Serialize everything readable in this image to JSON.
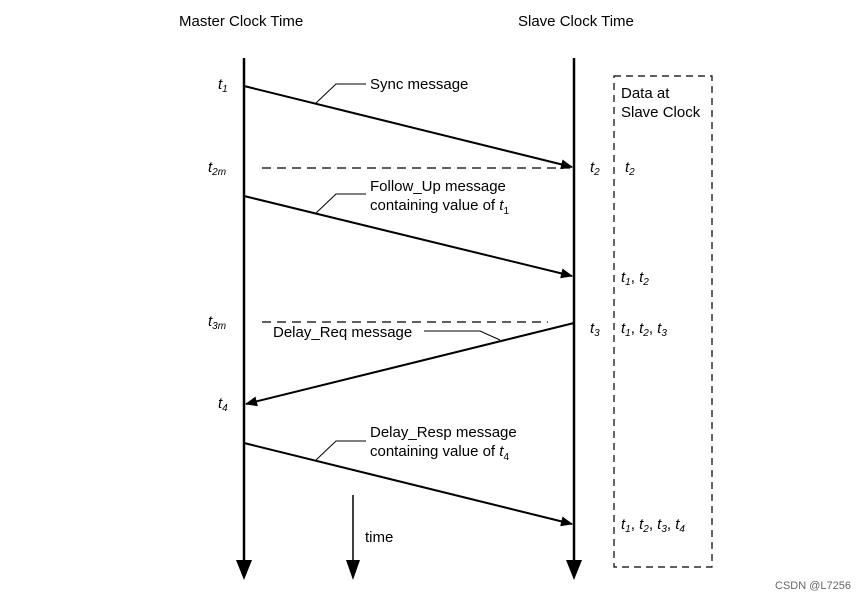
{
  "headers": {
    "master": "Master Clock Time",
    "slave": "Slave Clock Time"
  },
  "messages": {
    "sync": "Sync message",
    "follow_up_line1": "Follow_Up message",
    "follow_up_line2": "containing value of ",
    "delay_req": "Delay_Req message",
    "delay_resp_line1": "Delay_Resp message",
    "delay_resp_line2": "containing value of "
  },
  "master_times": {
    "t1_base": "t",
    "t1_sub": "1",
    "t2m_base": "t",
    "t2m_sub": "2m",
    "t3m_base": "t",
    "t3m_sub": "3m",
    "t4_base": "t",
    "t4_sub": "4"
  },
  "slave_times": {
    "t2_base": "t",
    "t2_sub": "2",
    "t3_base": "t",
    "t3_sub": "3"
  },
  "data_box": {
    "title_line1": "Data at",
    "title_line2": "Slave Clock",
    "row1": [
      {
        "b": "t",
        "s": "2"
      }
    ],
    "row2": [
      {
        "b": "t",
        "s": "1"
      },
      {
        "b": "t",
        "s": "2"
      }
    ],
    "row3": [
      {
        "b": "t",
        "s": "1"
      },
      {
        "b": "t",
        "s": "2"
      },
      {
        "b": "t",
        "s": "3"
      }
    ],
    "row4": [
      {
        "b": "t",
        "s": "1"
      },
      {
        "b": "t",
        "s": "2"
      },
      {
        "b": "t",
        "s": "3"
      },
      {
        "b": "t",
        "s": "4"
      }
    ]
  },
  "inline_refs": {
    "follow_up_t_base": "t",
    "follow_up_t_sub": "1",
    "delay_resp_t_base": "t",
    "delay_resp_t_sub": "4"
  },
  "time_label": "time",
  "watermark": "CSDN @L7256"
}
